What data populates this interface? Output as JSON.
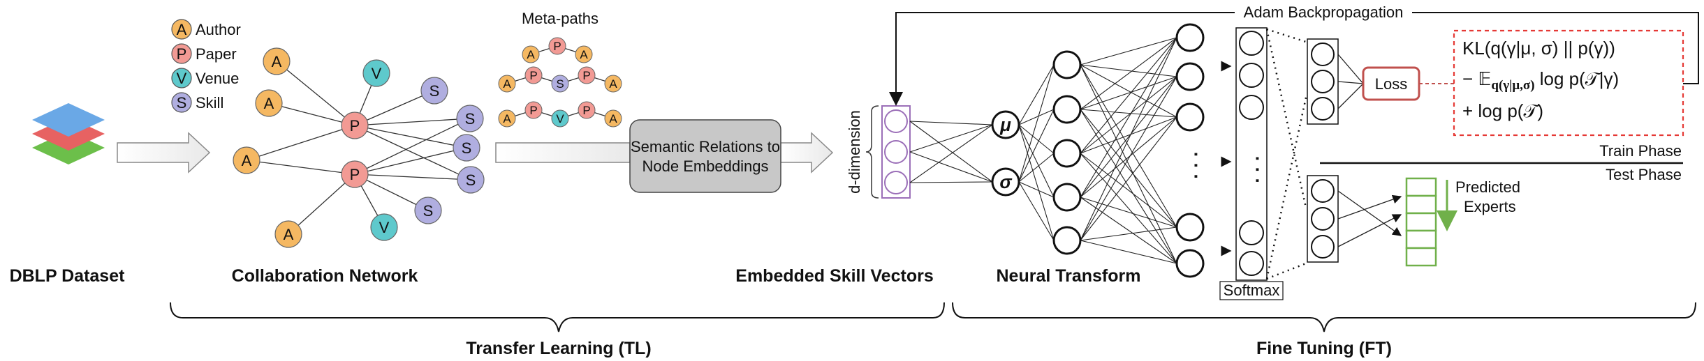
{
  "colors": {
    "author": "#f5b862",
    "paper": "#f29a94",
    "venue": "#5ec9cc",
    "skill": "#b0aee0",
    "embedding_border": "#9b6fb8",
    "loss_border": "#c0504d",
    "predicted": "#70b04a",
    "layer_blue": "#6aa8e6",
    "layer_red": "#e76262",
    "layer_green": "#6cbf4a"
  },
  "legend": {
    "author": {
      "letter": "A",
      "label": "Author"
    },
    "paper": {
      "letter": "P",
      "label": "Paper"
    },
    "venue": {
      "letter": "V",
      "label": "Venue"
    },
    "skill": {
      "letter": "S",
      "label": "Skill"
    }
  },
  "metapaths": {
    "title": "Meta-paths",
    "paths": [
      [
        "A",
        "P",
        "A"
      ],
      [
        "A",
        "P",
        "S",
        "P",
        "A"
      ],
      [
        "A",
        "P",
        "V",
        "P",
        "A"
      ]
    ]
  },
  "semantic_box": {
    "line1": "Semantic Relations to",
    "line2": "Node Embeddings"
  },
  "embedding": {
    "dim_label": "d-dimension"
  },
  "neural": {
    "mu": "μ",
    "sigma": "σ",
    "dots": "· · ·"
  },
  "softmax": {
    "label": "Softmax"
  },
  "loss": {
    "label": "Loss",
    "kl": "KL(q(γ|μ, σ) || p(γ))",
    "expect_prefix": "− 𝔼",
    "expect_sub": "q(γ|μ,σ)",
    "expect_suffix": " log p(𝒯|γ)",
    "prior": "+  log p(𝒯)"
  },
  "backprop": "Adam Backpropagation",
  "phases": {
    "train": "Train Phase",
    "test": "Test Phase"
  },
  "predicted": {
    "line1": "Predicted",
    "line2": "Experts"
  },
  "captions": {
    "dataset": "DBLP Dataset",
    "network": "Collaboration Network",
    "embedded": "Embedded Skill Vectors",
    "neural": "Neural Transform",
    "transfer": "Transfer Learning (TL)",
    "finetune": "Fine Tuning (FT)"
  }
}
